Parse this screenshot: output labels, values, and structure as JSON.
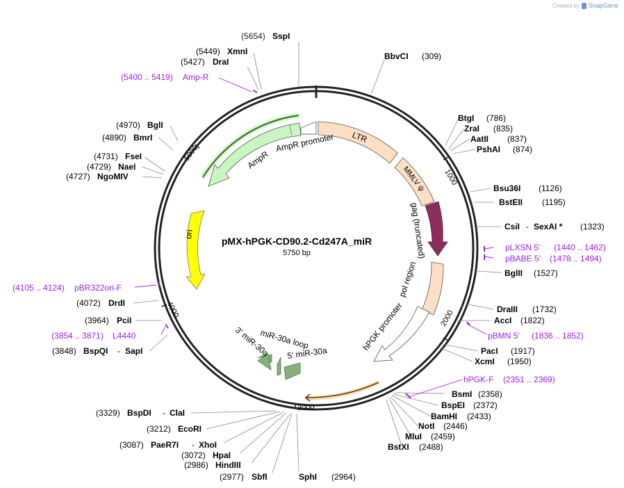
{
  "app": {
    "credit_text": "Created by",
    "brand": "SnapGene"
  },
  "plasmid": {
    "name": "pMX-hPGK-CD90.2-Cd247A_miR",
    "size": "5750 bp"
  },
  "colors": {
    "ring": "#222222",
    "ampR": "#c8f5c0",
    "ampR_arrow": "#b8f0a8",
    "ori": "#ffff00",
    "ltr": "#fde0c4",
    "gag": "#8b2e5c",
    "mirna": "#84b07c",
    "primer": "#a020f0",
    "tick": "#555555",
    "orange_arrow": "#e6a13a"
  },
  "tick_labels": [
    "1000",
    "2000",
    "3000",
    "4000",
    "5000"
  ],
  "sites": [
    {
      "name": "SspI",
      "pos": "(5654)"
    },
    {
      "name": "XmnI",
      "pos": "(5449)"
    },
    {
      "name": "DraI",
      "pos": "(5427)"
    },
    {
      "name": "BbvCI",
      "pos": "(309)"
    },
    {
      "name": "BtgI",
      "pos": "(786)"
    },
    {
      "name": "ZraI",
      "pos": "(835)"
    },
    {
      "name": "AatII",
      "pos": "(837)"
    },
    {
      "name": "PshAI",
      "pos": "(874)"
    },
    {
      "name": "Bsu36I",
      "pos": "(1126)"
    },
    {
      "name": "BstEII",
      "pos": "(1195)"
    },
    {
      "name": "CsiI",
      "name2": "SexAI *",
      "pos": "(1323)"
    },
    {
      "name": "BglII",
      "pos": "(1527)"
    },
    {
      "name": "DraIII",
      "pos": "(1732)"
    },
    {
      "name": "AccI",
      "pos": "(1822)"
    },
    {
      "name": "PacI",
      "pos": "(1917)"
    },
    {
      "name": "XcmI",
      "pos": "(1950)"
    },
    {
      "name": "BsmI",
      "pos": "(2358)"
    },
    {
      "name": "BspEI",
      "pos": "(2372)"
    },
    {
      "name": "BamHI",
      "pos": "(2433)"
    },
    {
      "name": "NotI",
      "pos": "(2446)"
    },
    {
      "name": "MluI",
      "pos": "(2459)"
    },
    {
      "name": "BstXI",
      "pos": "(2488)"
    },
    {
      "name": "SphI",
      "pos": "(2964)"
    },
    {
      "name": "SbfI",
      "pos": "(2977)"
    },
    {
      "name": "HindIII",
      "pos": "(2986)"
    },
    {
      "name": "HpaI",
      "pos": "(3072)"
    },
    {
      "name": "PaeR7I",
      "name2": "XhoI",
      "pos": "(3087)"
    },
    {
      "name": "EcoRI",
      "pos": "(3212)"
    },
    {
      "name": "BspDI",
      "name2": "ClaI",
      "pos": "(3329)"
    },
    {
      "name": "BspQI",
      "name2": "SapI",
      "pos": "(3848)"
    },
    {
      "name": "PciI",
      "pos": "(3964)"
    },
    {
      "name": "DrdI",
      "pos": "(4072)"
    },
    {
      "name": "NgoMIV",
      "pos": "(4727)"
    },
    {
      "name": "NaeI",
      "pos": "(4729)"
    },
    {
      "name": "FseI",
      "pos": "(4731)"
    },
    {
      "name": "BmrI",
      "pos": "(4890)"
    },
    {
      "name": "BglI",
      "pos": "(4970)"
    }
  ],
  "primers": [
    {
      "name": "Amp-R",
      "range": "(5400 .. 5419)"
    },
    {
      "name": "pLXSN 5'",
      "range": "(1440 .. 1462)"
    },
    {
      "name": "pBABE 5'",
      "range": "(1478 .. 1494)"
    },
    {
      "name": "pBMN 5'",
      "range": "(1836 .. 1852)"
    },
    {
      "name": "hPGK-F",
      "range": "(2351 .. 2369)"
    },
    {
      "name": "L4440",
      "range": "(3854 .. 3871)"
    },
    {
      "name": "pBR322ori-F",
      "range": "(4105 .. 4124)"
    }
  ],
  "features": [
    {
      "name": "LTR"
    },
    {
      "name": "MMLV ψ"
    },
    {
      "name": "gag (truncated)"
    },
    {
      "name": "pol region"
    },
    {
      "name": "hPGK promoter"
    },
    {
      "name": "AmpR"
    },
    {
      "name": "AmpR promoter"
    },
    {
      "name": "ori"
    },
    {
      "name": "3' miR-30a"
    },
    {
      "name": "miR-30a loop"
    },
    {
      "name": "5' miR-30a"
    }
  ]
}
